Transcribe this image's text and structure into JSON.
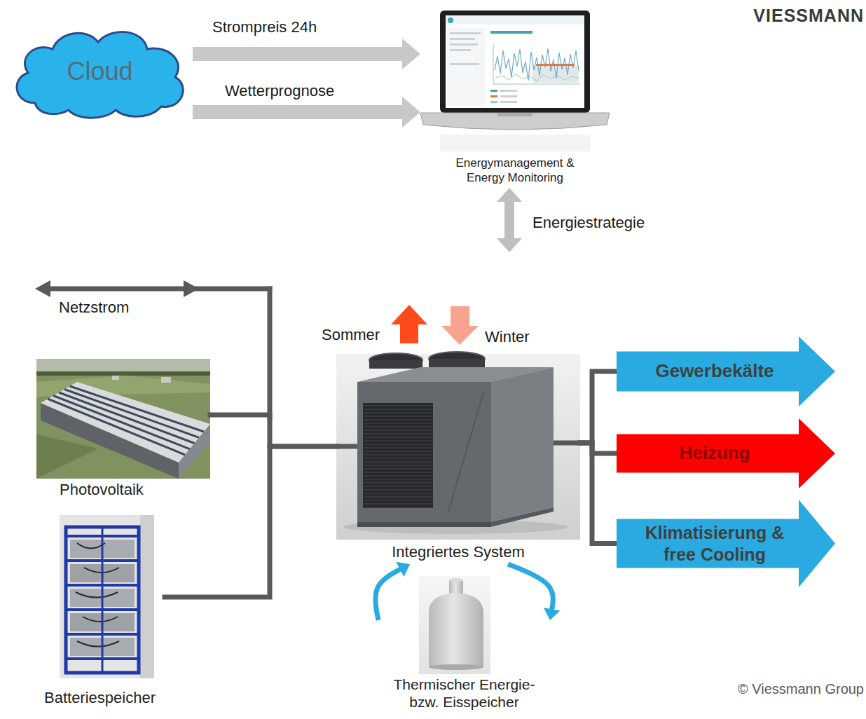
{
  "diagram": {
    "nodes": [
      {
        "text": [
          "Cloud"
        ]
      },
      {
        "text": [
          "Energymanagement & Energy Monitoring"
        ]
      },
      {
        "text": [
          "Integriertes System"
        ]
      },
      {
        "text": [
          "Gewerbekälte"
        ]
      },
      {
        "text": [
          "Heizung"
        ]
      },
      {
        "text": [
          "Klimatisierung & free Cooling"
        ]
      },
      {
        "text": [
          "Photovoltaik"
        ]
      },
      {
        "text": [
          "Batteriespeicher"
        ]
      },
      {
        "text": [
          "Thermischer Energie- bzw. Eisspeicher"
        ]
      }
    ],
    "edges": [
      {
        "from": 0,
        "to": 1,
        "label": "Strompreis 24h",
        "arrow": "to"
      },
      {
        "from": 0,
        "to": 1,
        "label": "Wetterprognose",
        "arrow": "to"
      },
      {
        "from": 1,
        "to": 2,
        "label": "Energiestrategie",
        "arrow": "both"
      },
      {
        "from": 6,
        "to": 2,
        "arrow": "none"
      },
      {
        "from": 7,
        "to": 2,
        "arrow": "none"
      },
      {
        "from": 2,
        "to": 3,
        "arrow": "none"
      },
      {
        "from": 2,
        "to": 4,
        "arrow": "none"
      },
      {
        "from": 2,
        "to": 5,
        "arrow": "none"
      },
      {
        "from": 2,
        "to": 8,
        "arrow": "to"
      },
      {
        "from": 8,
        "to": 2,
        "arrow": "to"
      }
    ],
    "labels": [
      "VIESSMANN",
      "Netzstrom",
      "Sommer",
      "Winter",
      "© Viessmann Group"
    ]
  }
}
